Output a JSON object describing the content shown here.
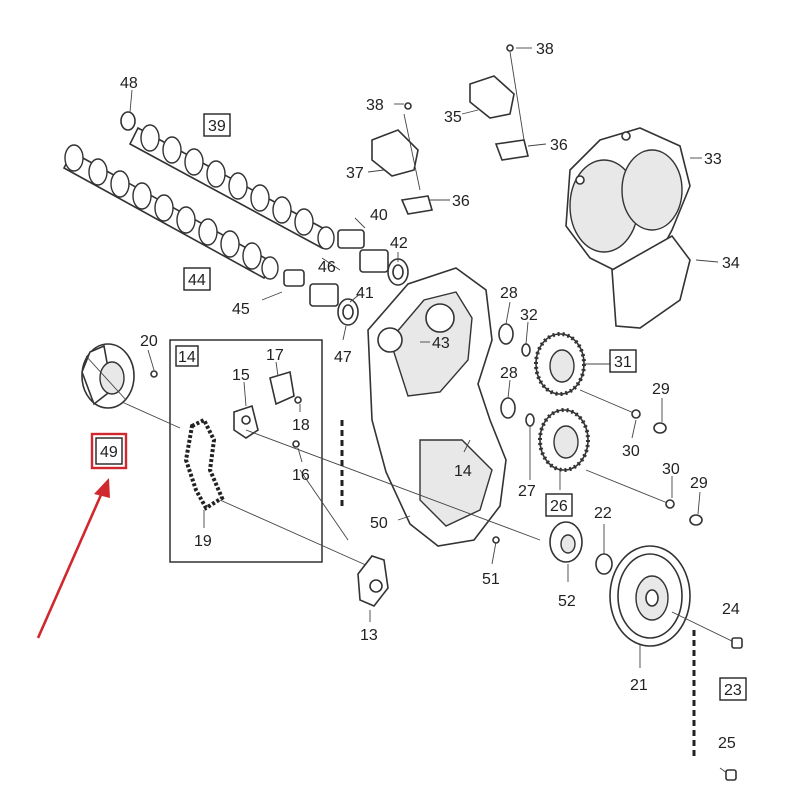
{
  "parts": [
    {
      "id": "p48",
      "label": "48",
      "boxed": false
    },
    {
      "id": "p39",
      "label": "39",
      "boxed": true
    },
    {
      "id": "p44",
      "label": "44",
      "boxed": true
    },
    {
      "id": "p45",
      "label": "45",
      "boxed": false
    },
    {
      "id": "p46",
      "label": "46",
      "boxed": false
    },
    {
      "id": "p47",
      "label": "47",
      "boxed": false
    },
    {
      "id": "p41",
      "label": "41",
      "boxed": false
    },
    {
      "id": "p42",
      "label": "42",
      "boxed": false
    },
    {
      "id": "p40",
      "label": "40",
      "boxed": false
    },
    {
      "id": "p38a",
      "label": "38",
      "boxed": false
    },
    {
      "id": "p38b",
      "label": "38",
      "boxed": false
    },
    {
      "id": "p37",
      "label": "37",
      "boxed": false
    },
    {
      "id": "p35",
      "label": "35",
      "boxed": false
    },
    {
      "id": "p36a",
      "label": "36",
      "boxed": false
    },
    {
      "id": "p36b",
      "label": "36",
      "boxed": false
    },
    {
      "id": "p33",
      "label": "33",
      "boxed": false
    },
    {
      "id": "p34",
      "label": "34",
      "boxed": false
    },
    {
      "id": "p43",
      "label": "43",
      "boxed": false
    },
    {
      "id": "p28a",
      "label": "28",
      "boxed": false
    },
    {
      "id": "p28b",
      "label": "28",
      "boxed": false
    },
    {
      "id": "p32",
      "label": "32",
      "boxed": false
    },
    {
      "id": "p31",
      "label": "31",
      "boxed": true
    },
    {
      "id": "p29a",
      "label": "29",
      "boxed": false
    },
    {
      "id": "p29b",
      "label": "29",
      "boxed": false
    },
    {
      "id": "p30a",
      "label": "30",
      "boxed": false
    },
    {
      "id": "p30b",
      "label": "30",
      "boxed": false
    },
    {
      "id": "p27",
      "label": "27",
      "boxed": false
    },
    {
      "id": "p26",
      "label": "26",
      "boxed": true
    },
    {
      "id": "p20",
      "label": "20",
      "boxed": false
    },
    {
      "id": "p49",
      "label": "49",
      "boxed": true
    },
    {
      "id": "p14a",
      "label": "14",
      "boxed": true
    },
    {
      "id": "p14b",
      "label": "14",
      "boxed": false
    },
    {
      "id": "p17",
      "label": "17",
      "boxed": false
    },
    {
      "id": "p15",
      "label": "15",
      "boxed": false
    },
    {
      "id": "p18",
      "label": "18",
      "boxed": false
    },
    {
      "id": "p16",
      "label": "16",
      "boxed": false
    },
    {
      "id": "p19",
      "label": "19",
      "boxed": false
    },
    {
      "id": "p50",
      "label": "50",
      "boxed": false
    },
    {
      "id": "p51",
      "label": "51",
      "boxed": false
    },
    {
      "id": "p52",
      "label": "52",
      "boxed": false
    },
    {
      "id": "p22",
      "label": "22",
      "boxed": false
    },
    {
      "id": "p24",
      "label": "24",
      "boxed": false
    },
    {
      "id": "p21",
      "label": "21",
      "boxed": false
    },
    {
      "id": "p23",
      "label": "23",
      "boxed": true
    },
    {
      "id": "p25",
      "label": "25",
      "boxed": false
    },
    {
      "id": "p13",
      "label": "13",
      "boxed": false
    }
  ],
  "highlight": {
    "part": "49",
    "color": "#d0282e"
  }
}
